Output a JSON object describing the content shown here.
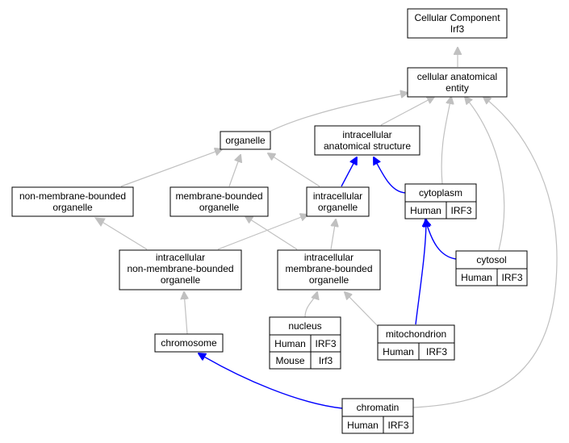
{
  "diagram": {
    "nodes": {
      "root": {
        "lines": [
          "Cellular Component",
          "Irf3"
        ]
      },
      "cae": {
        "lines": [
          "cellular anatomical",
          "entity"
        ]
      },
      "organelle": {
        "lines": [
          "organelle"
        ]
      },
      "ias": {
        "lines": [
          "intracellular",
          "anatomical structure"
        ]
      },
      "nmbo": {
        "lines": [
          "non-membrane-bounded",
          "organelle"
        ]
      },
      "mbo": {
        "lines": [
          "membrane-bounded",
          "organelle"
        ]
      },
      "io": {
        "lines": [
          "intracellular",
          "organelle"
        ]
      },
      "cytoplasm": {
        "lines": [
          "cytoplasm"
        ],
        "rows": [
          {
            "species": "Human",
            "gene": "IRF3",
            "color": "#fa6446"
          }
        ]
      },
      "inmbo": {
        "lines": [
          "intracellular",
          "non-membrane-bounded",
          "organelle"
        ]
      },
      "imbo": {
        "lines": [
          "intracellular",
          "membrane-bounded",
          "organelle"
        ]
      },
      "cytosol": {
        "lines": [
          "cytosol"
        ],
        "rows": [
          {
            "species": "Human",
            "gene": "IRF3",
            "color": "#fa6446"
          }
        ]
      },
      "nucleus": {
        "lines": [
          "nucleus"
        ],
        "rows": [
          {
            "species": "Human",
            "gene": "IRF3",
            "color": "#fa6446"
          },
          {
            "species": "Mouse",
            "gene": "Irf3",
            "color": "#add8e6"
          }
        ]
      },
      "chromosome": {
        "lines": [
          "chromosome"
        ]
      },
      "mitochondrion": {
        "lines": [
          "mitochondrion"
        ],
        "rows": [
          {
            "species": "Human",
            "gene": "IRF3",
            "color": "#fa6446"
          }
        ]
      },
      "chromatin": {
        "lines": [
          "chromatin"
        ],
        "rows": [
          {
            "species": "Human",
            "gene": "IRF3",
            "color": "#fa6446"
          }
        ]
      }
    },
    "colors": {
      "gray_edge": "#c0c0c0",
      "blue_edge": "#0000ff",
      "human_cell": "#fa6446",
      "mouse_cell": "#add8e6"
    }
  }
}
